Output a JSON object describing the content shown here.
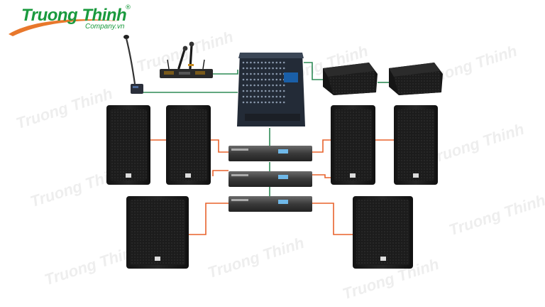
{
  "brand": {
    "name": "Truong Thinh",
    "registered": "®",
    "website": "Company.vn",
    "color": "#1a9a3e",
    "swoosh_color": "#e8782c"
  },
  "watermark": {
    "text": "Truong Thinh"
  },
  "connection_colors": {
    "mixer_link": "#2e8b57",
    "speaker_link": "#e8622c"
  },
  "equipment": [
    "gooseneck-microphone",
    "wireless-microphone-receiver",
    "audio-mixer",
    "stage-monitor-speaker",
    "stage-monitor-speaker",
    "power-amplifier",
    "power-amplifier",
    "power-amplifier",
    "full-range-speaker",
    "full-range-speaker",
    "full-range-speaker",
    "full-range-speaker",
    "subwoofer",
    "subwoofer"
  ]
}
